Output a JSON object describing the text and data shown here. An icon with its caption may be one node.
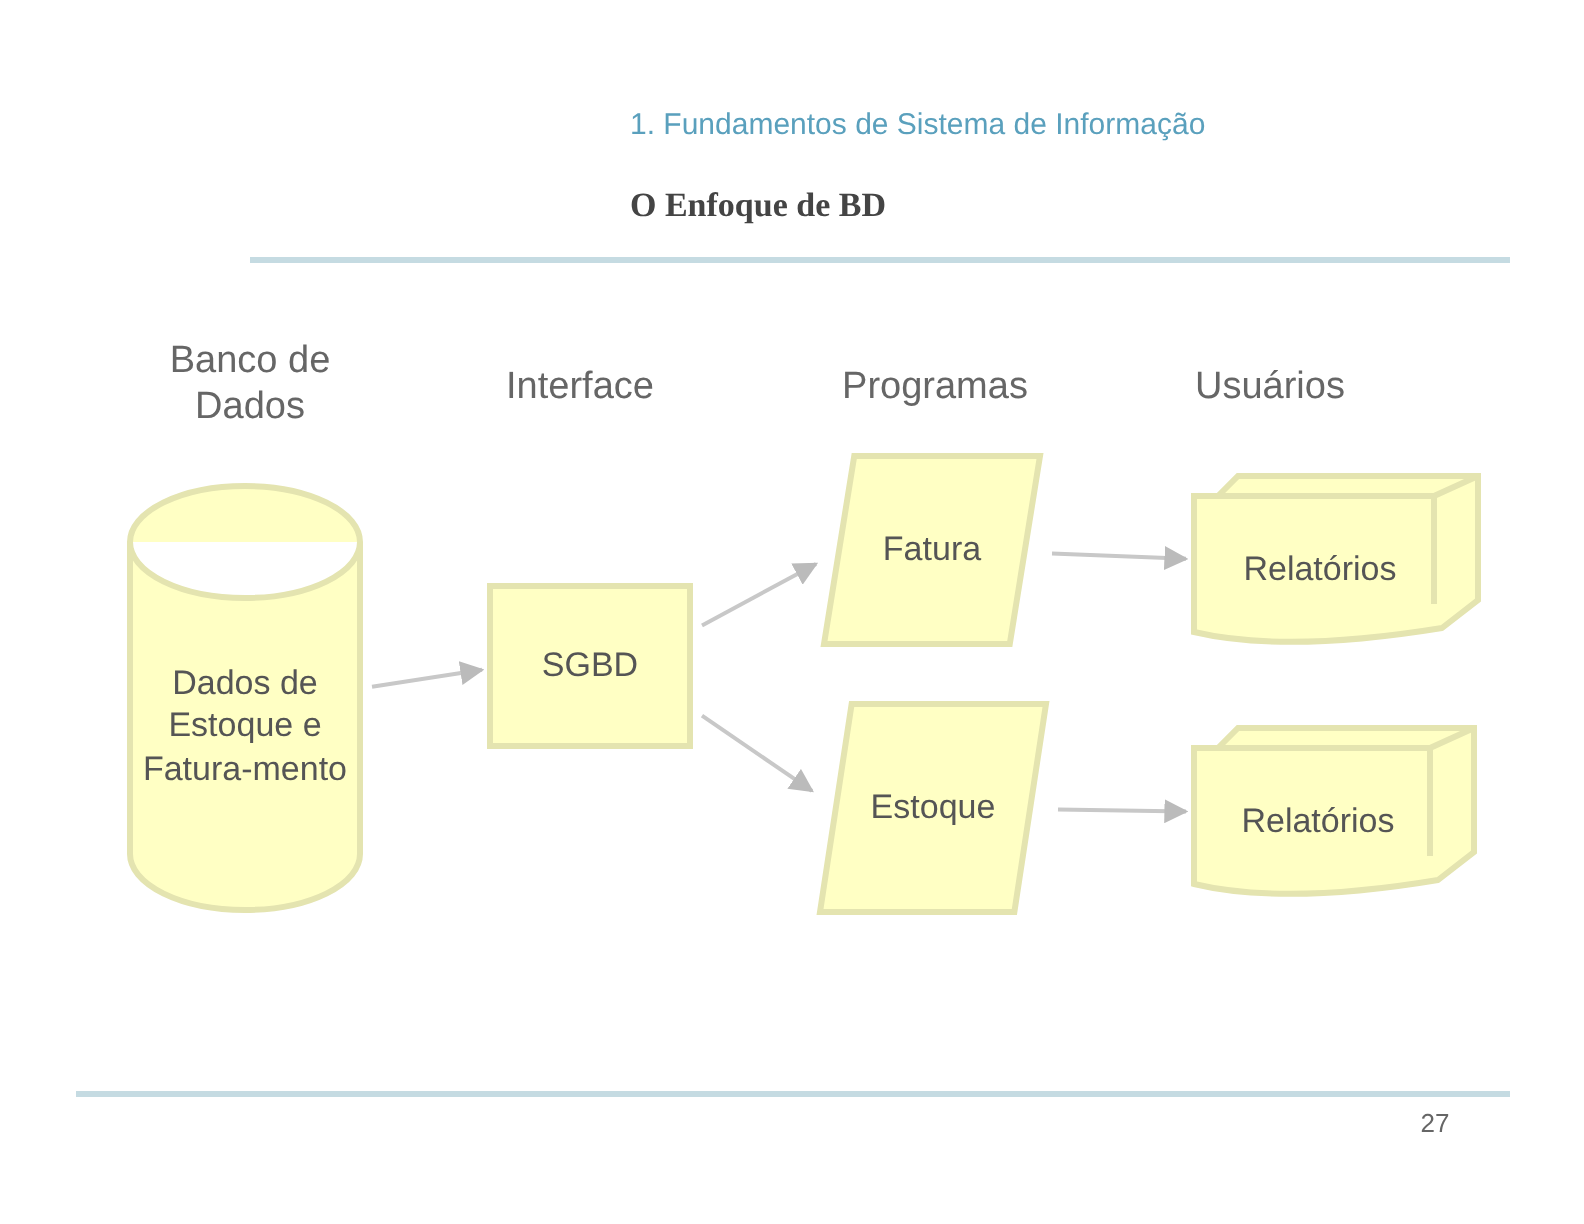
{
  "diagram": {
    "title": "O Enfoque de BD",
    "nodes": [
      {
        "text": [
          "Dados de Estoque e Fatura-mento"
        ]
      },
      {
        "text": [
          "SGBD"
        ]
      },
      {
        "text": [
          "Fatura"
        ]
      },
      {
        "text": [
          "Estoque"
        ]
      },
      {
        "text": [
          "Relatórios"
        ]
      },
      {
        "text": [
          "Relatórios"
        ]
      }
    ],
    "edges": [
      {
        "from": 0,
        "to": 1,
        "arrow": "to"
      },
      {
        "from": 1,
        "to": 2,
        "arrow": "to"
      },
      {
        "from": 1,
        "to": 3,
        "arrow": "to"
      },
      {
        "from": 2,
        "to": 4,
        "arrow": "to"
      },
      {
        "from": 3,
        "to": 5,
        "arrow": "to"
      }
    ],
    "labels": [
      "1. Fundamentos de Sistema de Informação",
      "Banco de Dados",
      "Interface",
      "Programas",
      "Usuários",
      "27"
    ]
  }
}
